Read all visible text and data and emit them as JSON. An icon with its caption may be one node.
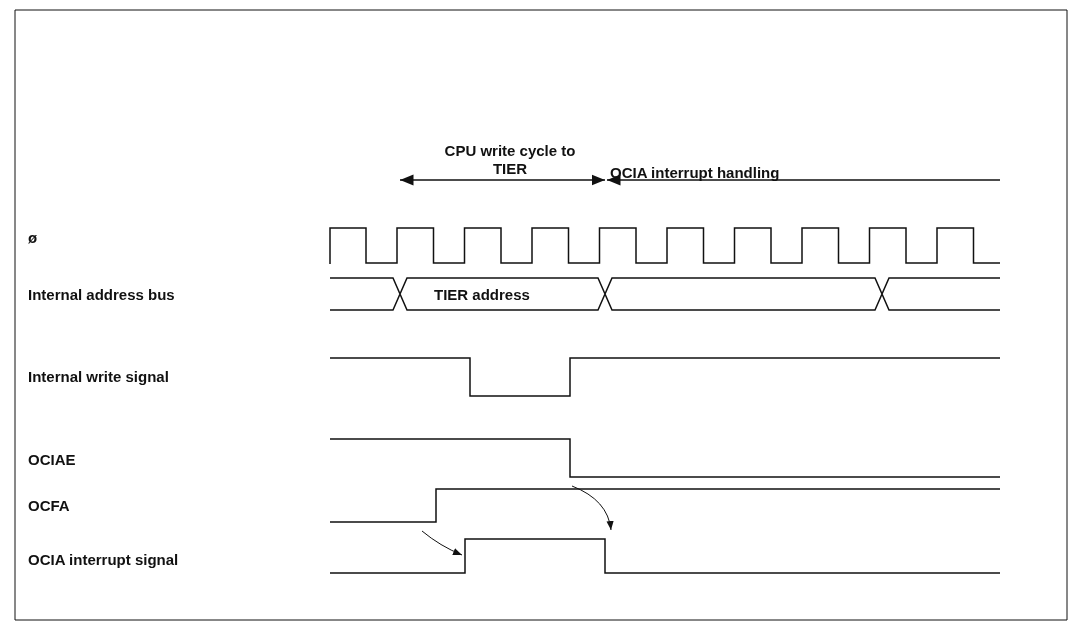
{
  "diagram": {
    "labels": [
      "CPU write cycle to TIER",
      "OCIA interrupt handling",
      "ø",
      "Internal address bus",
      "TIER address",
      "Internal write signal",
      "OCIAE",
      "OCFA",
      "OCIA interrupt signal"
    ]
  }
}
